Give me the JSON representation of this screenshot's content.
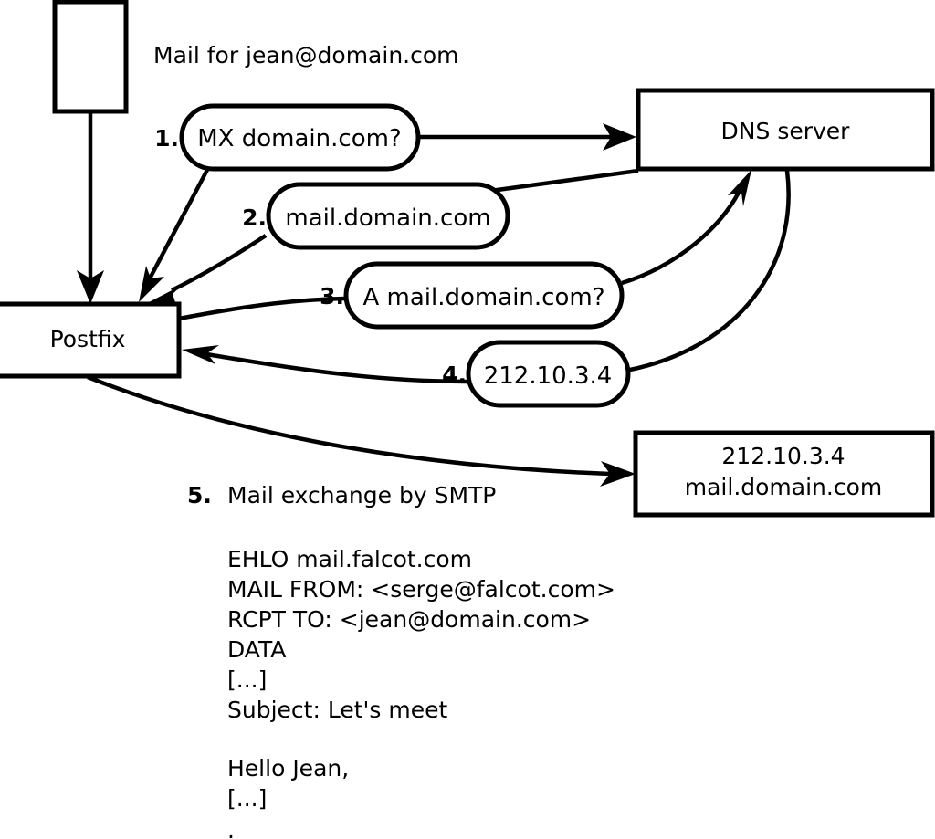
{
  "diagram": {
    "title_note": "Mail for jean@domain.com",
    "nodes": {
      "sender": {
        "label": ""
      },
      "postfix": {
        "label": "Postfix"
      },
      "dns": {
        "label": "DNS server"
      },
      "mailserver": {
        "line1": "212.10.3.4",
        "line2": "mail.domain.com"
      }
    },
    "steps": [
      {
        "num": "1.",
        "label": "MX domain.com?"
      },
      {
        "num": "2.",
        "label": "mail.domain.com"
      },
      {
        "num": "3.",
        "label": "A mail.domain.com?"
      },
      {
        "num": "4.",
        "label": "212.10.3.4"
      }
    ],
    "step5": {
      "num": "5.",
      "label": "Mail exchange by SMTP",
      "transcript": [
        "EHLO mail.falcot.com",
        "MAIL FROM: <serge@falcot.com>",
        "RCPT TO: <jean@domain.com>",
        "DATA",
        "[...]",
        "Subject: Let's meet",
        "",
        "Hello Jean,",
        "[...]",
        "",
        "."
      ]
    },
    "colors": {
      "stroke": "#000000",
      "fill": "#ffffff"
    }
  }
}
